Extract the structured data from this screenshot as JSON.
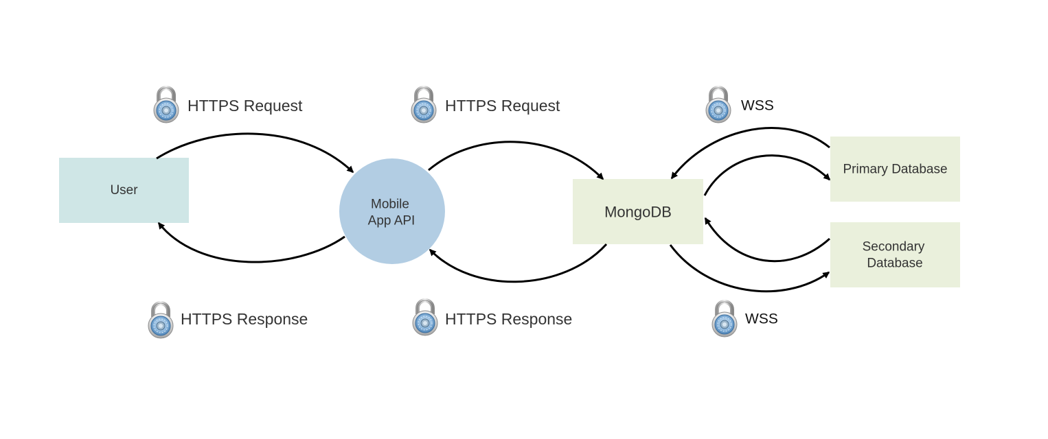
{
  "nodes": {
    "user": {
      "label": "User",
      "color": "#cfe6e6"
    },
    "mobile_api": {
      "line1": "Mobile",
      "line2": "App API",
      "color": "#b2cde3"
    },
    "mongodb": {
      "label": "MongoDB",
      "color": "#eaf0dc"
    },
    "primary_db": {
      "label": "Primary Database",
      "color": "#eaf0dc"
    },
    "secondary_db": {
      "line1": "Secondary",
      "line2": "Database",
      "color": "#eaf0dc"
    }
  },
  "edges": {
    "user_to_api": "HTTPS Request",
    "api_to_user": "HTTPS Response",
    "api_to_mongo": "HTTPS Request",
    "mongo_to_api": "HTTPS Response",
    "primary_sync": "WSS",
    "secondary_sync": "WSS"
  },
  "icons": {
    "lock": "padlock-icon"
  }
}
